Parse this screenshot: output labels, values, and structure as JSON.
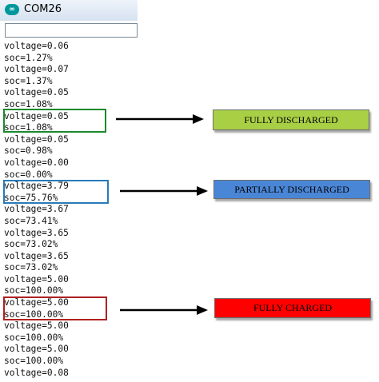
{
  "window": {
    "title": "COM26",
    "icon": "arduino-icon"
  },
  "send_field": {
    "value": ""
  },
  "serial_lines": [
    "voltage=0.06",
    "soc=1.27%",
    "voltage=0.07",
    "soc=1.37%",
    "voltage=0.05",
    "soc=1.08%",
    "voltage=0.05",
    "soc=1.08%",
    "voltage=0.05",
    "soc=0.98%",
    "voltage=0.00",
    "soc=0.00%",
    "voltage=3.79",
    "soc=75.76%",
    "voltage=3.67",
    "soc=73.41%",
    "voltage=3.65",
    "soc=73.02%",
    "voltage=3.65",
    "soc=73.02%",
    "voltage=5.00",
    "soc=100.00%",
    "voltage=5.00",
    "soc=100.00%",
    "voltage=5.00",
    "soc=100.00%",
    "voltage=5.00",
    "soc=100.00%",
    "voltage=0.08"
  ],
  "annotations": [
    {
      "label": "FULLY DISCHARGED",
      "color": "#a9d045",
      "frame_color": "#1b8a2c"
    },
    {
      "label": "PARTIALLY DISCHARGED",
      "color": "#4a86d6",
      "frame_color": "#2a7ab8"
    },
    {
      "label": "FULLY CHARGED",
      "color": "#ff0000",
      "frame_color": "#b02020"
    }
  ]
}
